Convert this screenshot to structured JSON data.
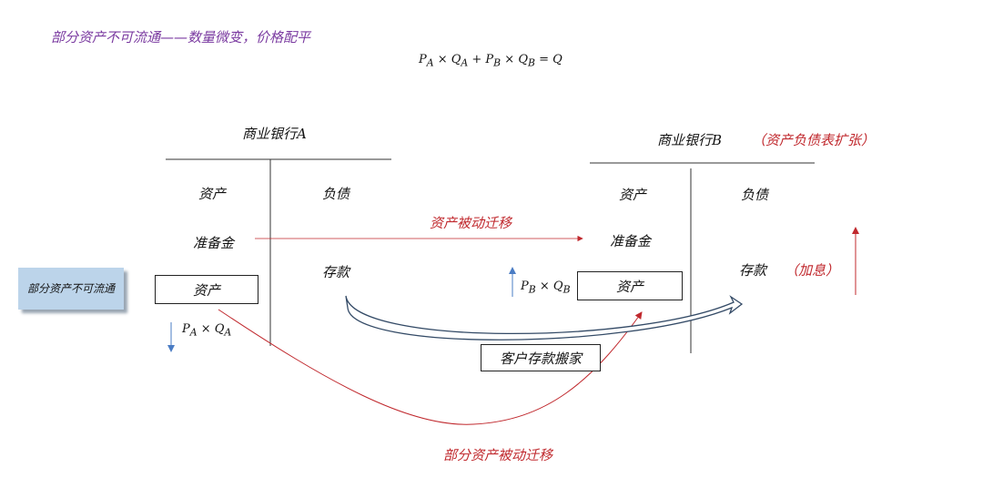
{
  "title": "部分资产不可流通——数量微变，价格配平",
  "formula": {
    "pa": "P",
    "pa_sub": "A",
    "times1": " × ",
    "qa": "Q",
    "qa_sub": "A",
    "plus": " + ",
    "pb": "P",
    "pb_sub": "B",
    "times2": " × ",
    "qb": "Q",
    "qb_sub": "B",
    "eq": " = Q"
  },
  "bank_a": {
    "name": "商业银行A",
    "assets_header": "资产",
    "liab_header": "负债",
    "reserve": "准备金",
    "asset_box": "资产",
    "deposits": "存款",
    "pa_qa": {
      "p": "P",
      "p_sub": "A",
      "times": " × ",
      "q": "Q",
      "q_sub": "A"
    }
  },
  "bank_b": {
    "name": "商业银行B",
    "expand_note": "（资产负债表扩张）",
    "assets_header": "资产",
    "liab_header": "负债",
    "reserve": "准备金",
    "asset_box": "资产",
    "deposits": "存款",
    "interest_note": "（加息）",
    "pb_qb": {
      "p": "P",
      "p_sub": "B",
      "times": " × ",
      "q": "Q",
      "q_sub": "B"
    }
  },
  "passive_migration": "资产被动迁移",
  "customer_move": "客户存款搬家",
  "callout": "部分资产不可流通",
  "partial_migration": "部分资产被动迁移",
  "colors": {
    "title": "#7a3aa0",
    "red": "#c0282d",
    "blue": "#4a7cc4",
    "callout_bg": "#bcd4ea"
  }
}
